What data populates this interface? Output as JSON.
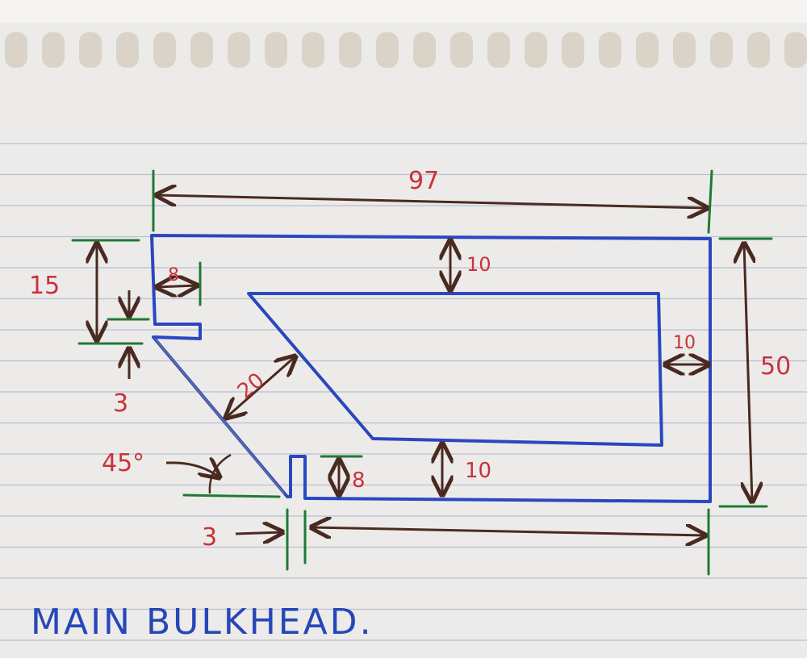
{
  "title": "MAIN BULKHEAD.",
  "dimensions": {
    "overall_width": "97",
    "overall_height": "50",
    "left_height": "15",
    "slot_depth_top": "8",
    "slot_width_top": "3",
    "angle": "45°",
    "diagonal_thickness": "20",
    "top_thickness": "10",
    "right_thickness": "10",
    "bottom_thickness": "10",
    "slot_depth_bottom": "8",
    "slot_width_bottom": "3"
  },
  "colors": {
    "paper": "#ecebe9",
    "rule_line": "#b9bed0",
    "outline": "#2a47c2",
    "arrow": "#4a2a20",
    "extension": "#1f7a34",
    "dimension_text": "#c8323a",
    "title": "#2747b8"
  }
}
